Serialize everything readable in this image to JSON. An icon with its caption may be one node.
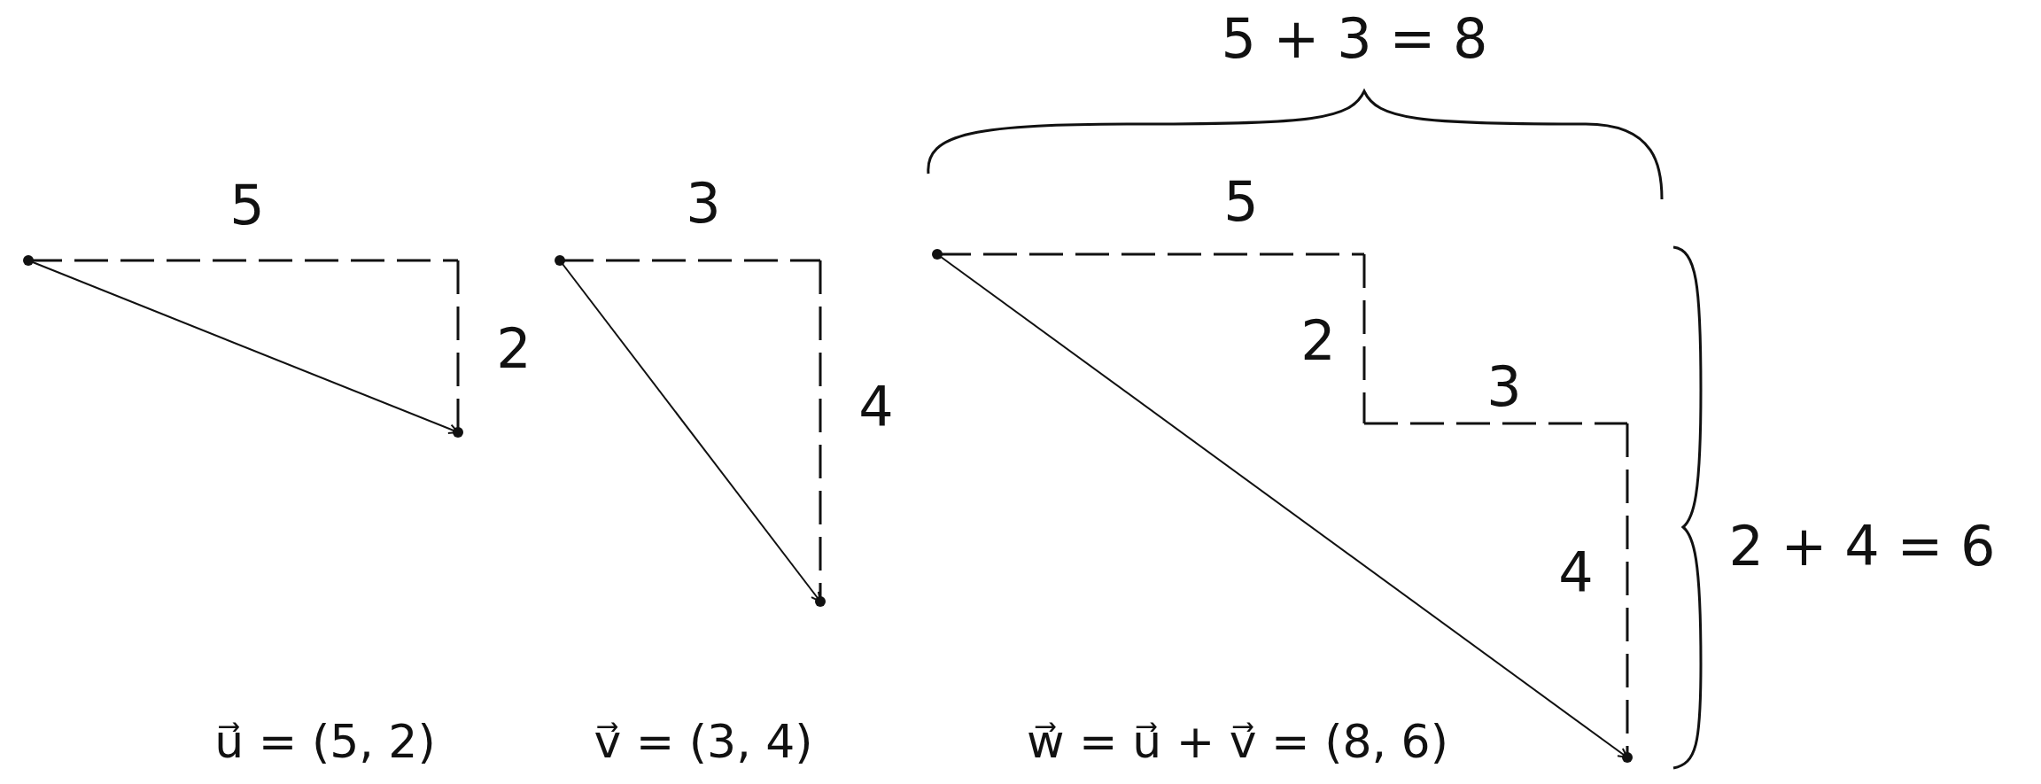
{
  "diagram": {
    "labels": [
      "5 + 3 = 8",
      "5",
      "3",
      "5",
      "2",
      "2",
      "4",
      "3",
      "4",
      "2 + 4 = 6",
      "u⃗ = (5, 2)",
      "v⃗ = (3, 4)",
      "w⃗ = u⃗ + v⃗ = (8, 6)"
    ]
  }
}
